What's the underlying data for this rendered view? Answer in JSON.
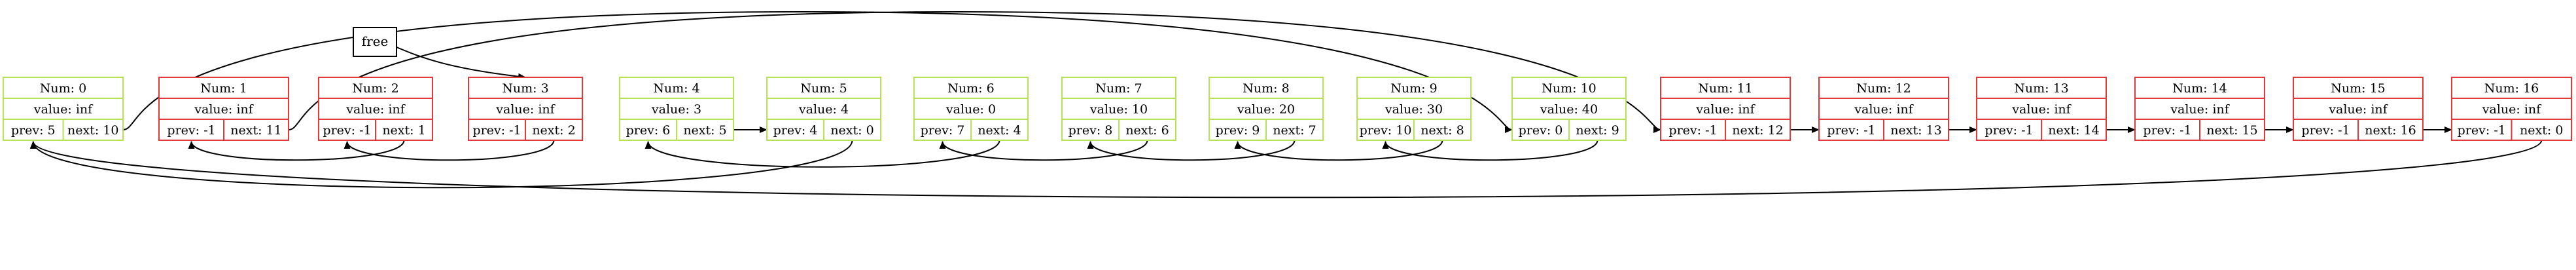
{
  "free_label": "free",
  "colors": {
    "used": "#b6e356",
    "free": "#e0383b",
    "edge": "#000000"
  },
  "nodes": [
    {
      "num": "Num: 0",
      "value": "value: inf",
      "prev": "prev: 5",
      "next": "next: 10",
      "status": "used"
    },
    {
      "num": "Num: 1",
      "value": "value: inf",
      "prev": "prev: -1",
      "next": "next: 11",
      "status": "free"
    },
    {
      "num": "Num: 2",
      "value": "value: inf",
      "prev": "prev: -1",
      "next": "next: 1",
      "status": "free"
    },
    {
      "num": "Num: 3",
      "value": "value: inf",
      "prev": "prev: -1",
      "next": "next: 2",
      "status": "free"
    },
    {
      "num": "Num: 4",
      "value": "value: 3",
      "prev": "prev: 6",
      "next": "next: 5",
      "status": "used"
    },
    {
      "num": "Num: 5",
      "value": "value: 4",
      "prev": "prev: 4",
      "next": "next: 0",
      "status": "used"
    },
    {
      "num": "Num: 6",
      "value": "value: 0",
      "prev": "prev: 7",
      "next": "next: 4",
      "status": "used"
    },
    {
      "num": "Num: 7",
      "value": "value: 10",
      "prev": "prev: 8",
      "next": "next: 6",
      "status": "used"
    },
    {
      "num": "Num: 8",
      "value": "value: 20",
      "prev": "prev: 9",
      "next": "next: 7",
      "status": "used"
    },
    {
      "num": "Num: 9",
      "value": "value: 30",
      "prev": "prev: 10",
      "next": "next: 8",
      "status": "used"
    },
    {
      "num": "Num: 10",
      "value": "value: 40",
      "prev": "prev: 0",
      "next": "next: 9",
      "status": "used"
    },
    {
      "num": "Num: 11",
      "value": "value: inf",
      "prev": "prev: -1",
      "next": "next: 12",
      "status": "free"
    },
    {
      "num": "Num: 12",
      "value": "value: inf",
      "prev": "prev: -1",
      "next": "next: 13",
      "status": "free"
    },
    {
      "num": "Num: 13",
      "value": "value: inf",
      "prev": "prev: -1",
      "next": "next: 14",
      "status": "free"
    },
    {
      "num": "Num: 14",
      "value": "value: inf",
      "prev": "prev: -1",
      "next": "next: 15",
      "status": "free"
    },
    {
      "num": "Num: 15",
      "value": "value: inf",
      "prev": "prev: -1",
      "next": "next: 16",
      "status": "free"
    },
    {
      "num": "Num: 16",
      "value": "value: inf",
      "prev": "prev: -1",
      "next": "next: 0",
      "status": "free"
    }
  ]
}
